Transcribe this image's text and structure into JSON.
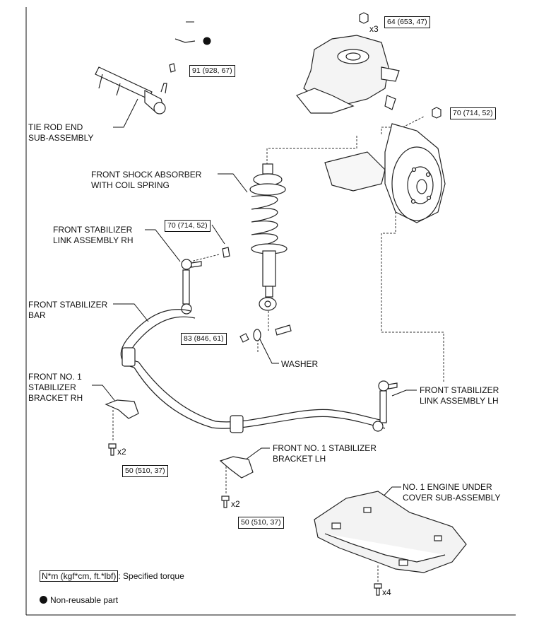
{
  "labels": {
    "tie_rod_end": [
      "TIE ROD END",
      "SUB-ASSEMBLY"
    ],
    "shock_absorber": [
      "FRONT SHOCK ABSORBER",
      "WITH COIL SPRING"
    ],
    "link_rh": [
      "FRONT STABILIZER",
      "LINK ASSEMBLY RH"
    ],
    "stabilizer_bar": [
      "FRONT STABILIZER",
      "BAR"
    ],
    "bracket_rh": [
      "FRONT NO. 1",
      "STABILIZER",
      "BRACKET RH"
    ],
    "washer": "WASHER",
    "link_lh": [
      "FRONT STABILIZER",
      "LINK ASSEMBLY LH"
    ],
    "bracket_lh": [
      "FRONT NO. 1 STABILIZER",
      "BRACKET LH"
    ],
    "under_cover": [
      "NO. 1 ENGINE UNDER",
      "COVER SUB-ASSEMBLY"
    ]
  },
  "torques": {
    "upper_arm_nut": "64 (653, 47)",
    "tie_rod_nut": "91 (928, 67)",
    "knuckle_link_nut": "70 (714, 52)",
    "link_rh_nut": "70 (714, 52)",
    "shock_lower_nut": "83 (846, 61)",
    "bracket_rh_bolt": "50 (510, 37)",
    "bracket_lh_bolt": "50 (510, 37)"
  },
  "quantities": {
    "upper_arm_nut": "x3",
    "bracket_rh_bolt": "x2",
    "bracket_lh_bolt": "x2",
    "cover_bolt": "x4"
  },
  "legend": {
    "unit": "N*m (kgf*cm, ft.*lbf)",
    "torque_desc": ": Specified torque",
    "non_reusable": "Non-reusable part"
  }
}
